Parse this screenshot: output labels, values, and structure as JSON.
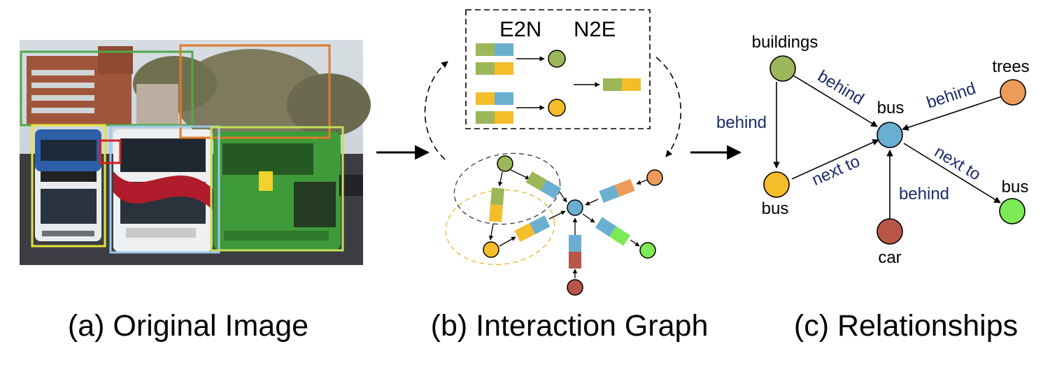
{
  "captions": {
    "a": "(a) Original Image",
    "b": "(b) Interaction Graph",
    "c": "(c) Relationships"
  },
  "inset": {
    "left_header": "E2N",
    "right_header": "N2E"
  },
  "colors": {
    "buildings": "#9cb65a",
    "bus_center": "#6aafd0",
    "trees": "#ec9c58",
    "bus_left": "#f4bd2a",
    "bus_right": "#7cea55",
    "car": "#b8564a",
    "relation_text": "#1c2c6e",
    "box_green": "#4fa94a",
    "box_orange": "#e07a2a",
    "box_yellow": "#e8e23a",
    "box_blue": "#9cc8e6",
    "box_lime": "#c2e05a",
    "box_red": "#d42020"
  },
  "relationship_graph": {
    "nodes": [
      {
        "id": "buildings",
        "label": "buildings"
      },
      {
        "id": "trees",
        "label": "trees"
      },
      {
        "id": "bus_center",
        "label": "bus"
      },
      {
        "id": "bus_left",
        "label": "bus"
      },
      {
        "id": "bus_right",
        "label": "bus"
      },
      {
        "id": "car",
        "label": "car"
      }
    ],
    "edges": [
      {
        "from": "buildings",
        "to": "bus_center",
        "label": "behind"
      },
      {
        "from": "buildings",
        "to": "bus_left",
        "label": "behind"
      },
      {
        "from": "trees",
        "to": "bus_center",
        "label": "behind"
      },
      {
        "from": "bus_left",
        "to": "bus_center",
        "label": "next to"
      },
      {
        "from": "bus_center",
        "to": "bus_right",
        "label": "next to"
      },
      {
        "from": "car",
        "to": "bus_center",
        "label": "behind"
      }
    ]
  }
}
